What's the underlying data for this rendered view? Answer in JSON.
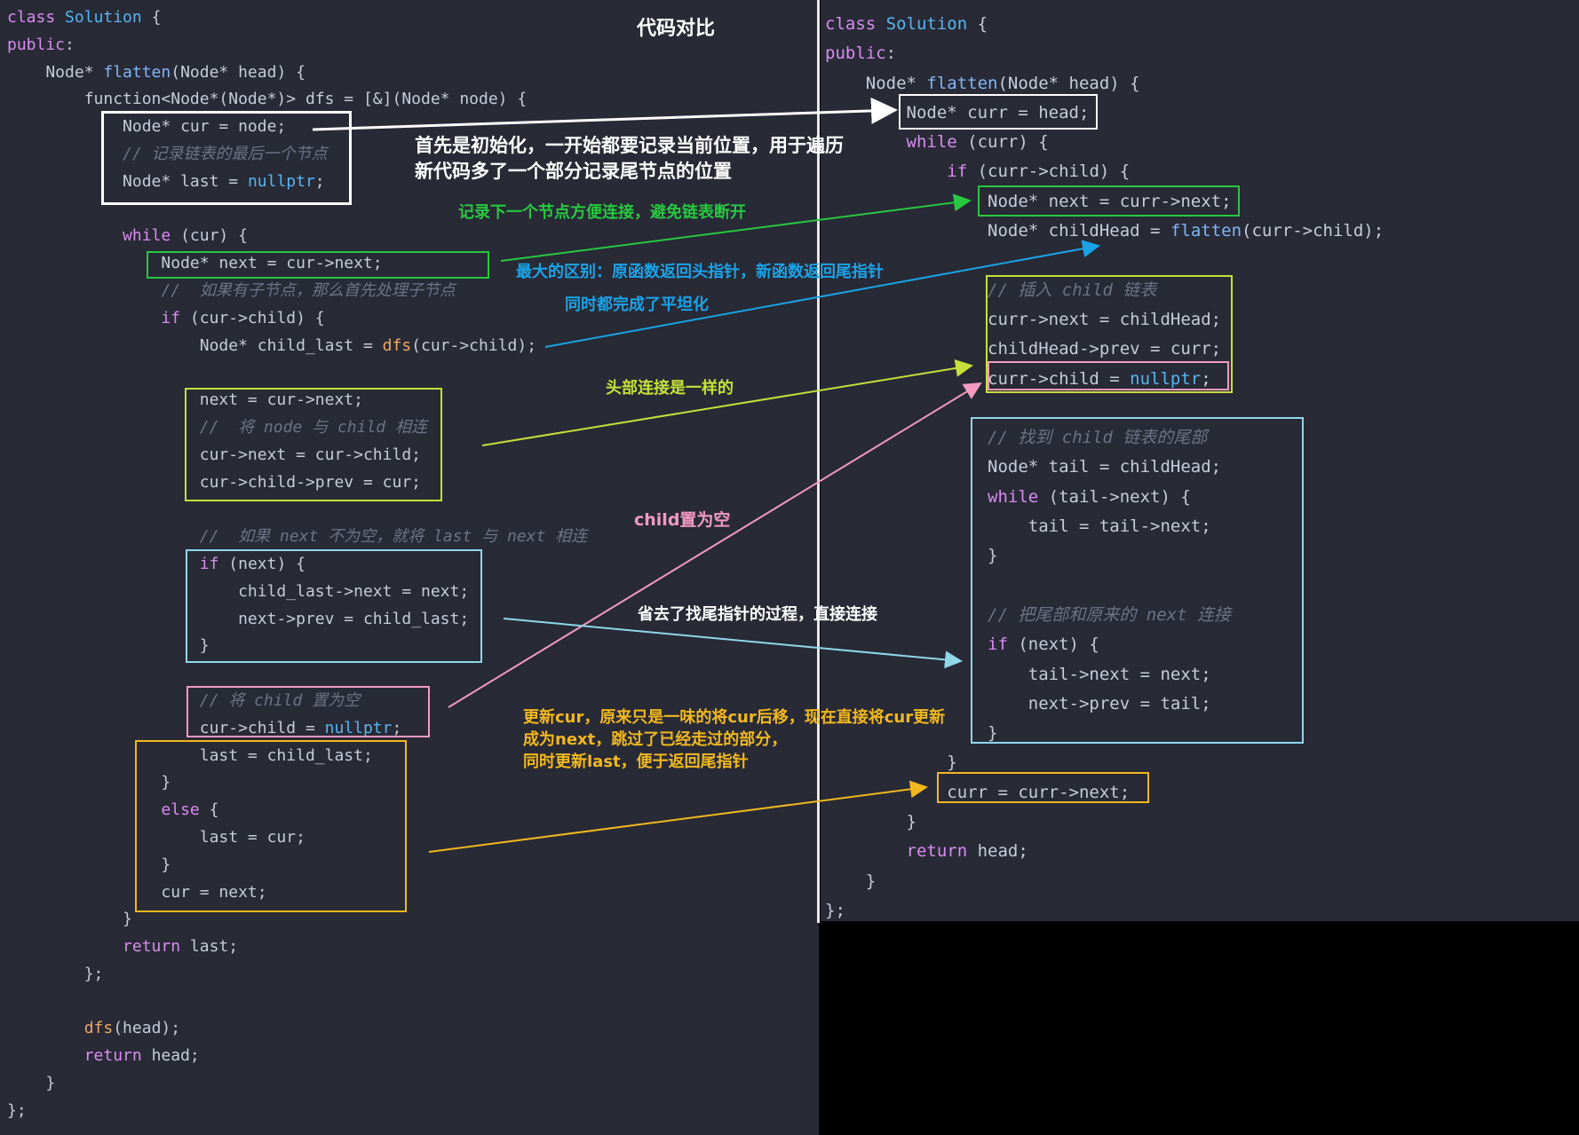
{
  "title": "代码对比",
  "colors": {
    "white": "#ffffff",
    "green": "#27c93f",
    "blue": "#1aa3e8",
    "yellowgreen": "#c6e03a",
    "pink": "#f29ac0",
    "cyan": "#8ed8ea",
    "gold": "#f2b81f"
  },
  "annotations": {
    "init": "首先是初始化，一开始都要记录当前位置，用于遍历\n新代码多了一个部分记录尾节点的位置",
    "next": "记录下一个节点方便连接，避免链表断开",
    "diff": "最大的区别：原函数返回头指针，新函数返回尾指针",
    "flat": "同时都完成了平坦化",
    "head": "头部连接是一样的",
    "child_null": "child置为空",
    "skip_tail": "省去了找尾指针的过程，直接连接",
    "update": "更新cur，原来只是一味的将cur后移，现在直接将cur更新\n成为next，跳过了已经走过的部分，\n同时更新last，便于返回尾指针"
  },
  "left_code": [
    "class Solution {",
    "public:",
    "    Node* flatten(Node* head) {",
    "        function<Node*(Node*)> dfs = [&](Node* node) {",
    "            Node* cur = node;",
    "            // 记录链表的最后一个节点",
    "            Node* last = nullptr;",
    "",
    "            while (cur) {",
    "                Node* next = cur->next;",
    "                //  如果有子节点，那么首先处理子节点",
    "                if (cur->child) {",
    "                    Node* child_last = dfs(cur->child);",
    "",
    "                    next = cur->next;",
    "                    //  将 node 与 child 相连",
    "                    cur->next = cur->child;",
    "                    cur->child->prev = cur;",
    "",
    "                    //  如果 next 不为空，就将 last 与 next 相连",
    "                    if (next) {",
    "                        child_last->next = next;",
    "                        next->prev = child_last;",
    "                    }",
    "",
    "                    // 将 child 置为空",
    "                    cur->child = nullptr;",
    "                    last = child_last;",
    "                }",
    "                else {",
    "                    last = cur;",
    "                }",
    "                cur = next;",
    "            }",
    "            return last;",
    "        };",
    "",
    "        dfs(head);",
    "        return head;",
    "    }",
    "};"
  ],
  "right_code": [
    "class Solution {",
    "public:",
    "    Node* flatten(Node* head) {",
    "        Node* curr = head;",
    "        while (curr) {",
    "            if (curr->child) {",
    "                Node* next = curr->next;",
    "                Node* childHead = flatten(curr->child);",
    "",
    "                // 插入 child 链表",
    "                curr->next = childHead;",
    "                childHead->prev = curr;",
    "                curr->child = nullptr;",
    "",
    "                // 找到 child 链表的尾部",
    "                Node* tail = childHead;",
    "                while (tail->next) {",
    "                    tail = tail->next;",
    "                }",
    "",
    "                // 把尾部和原来的 next 连接",
    "                if (next) {",
    "                    tail->next = next;",
    "                    next->prev = tail;",
    "                }",
    "            }",
    "            curr = curr->next;",
    "        }",
    "        return head;",
    "    }",
    "};"
  ]
}
